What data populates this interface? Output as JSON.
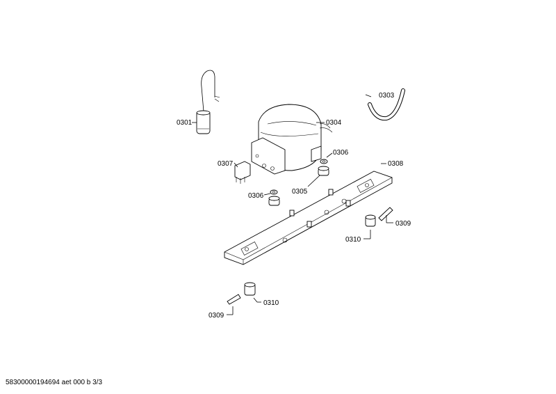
{
  "parts": [
    {
      "id": "p1",
      "label": "0301",
      "name": "capacitor"
    },
    {
      "id": "p2",
      "label": "0303",
      "name": "hose"
    },
    {
      "id": "p3",
      "label": "0304",
      "name": "compressor"
    },
    {
      "id": "p4",
      "label": "0306",
      "name": "grommet"
    },
    {
      "id": "p5",
      "label": "0307",
      "name": "relay"
    },
    {
      "id": "p6",
      "label": "0308",
      "name": "mounting-rail"
    },
    {
      "id": "p7",
      "label": "0306",
      "name": "grommet"
    },
    {
      "id": "p8",
      "label": "0305",
      "name": "bushing"
    },
    {
      "id": "p9",
      "label": "0309",
      "name": "pin"
    },
    {
      "id": "p10",
      "label": "0310",
      "name": "sleeve"
    },
    {
      "id": "p11",
      "label": "0310",
      "name": "sleeve"
    },
    {
      "id": "p12",
      "label": "0309",
      "name": "pin"
    }
  ],
  "footer": "58300000194694 aet 000 b 3/3"
}
